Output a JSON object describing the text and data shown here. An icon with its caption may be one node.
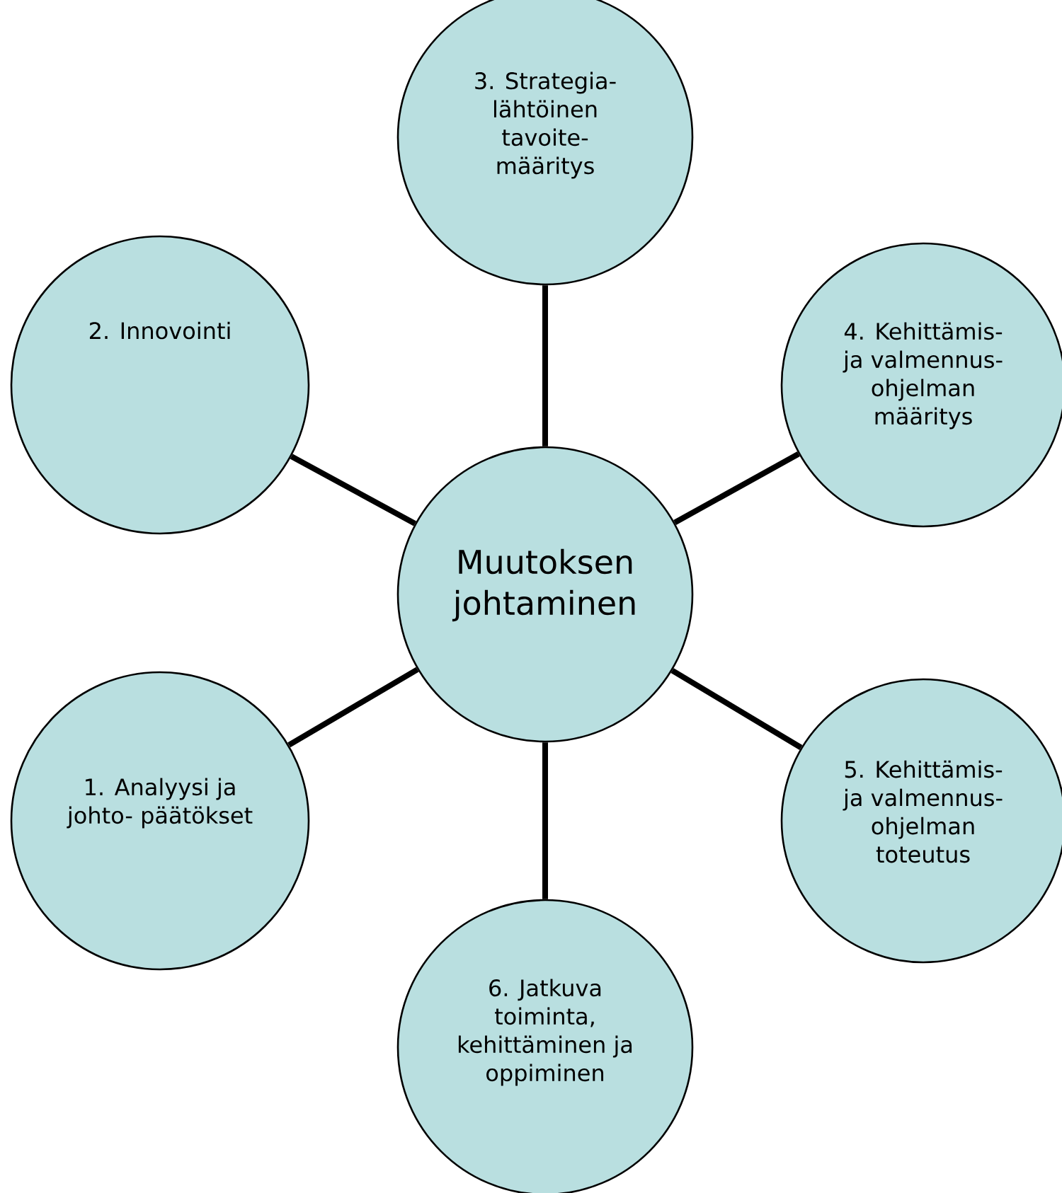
{
  "diagram": {
    "nodes": [
      {
        "text": [
          "3. Strategia- lähtöinen tavoite- määritys"
        ]
      },
      {
        "text": [
          "2. Innovointi"
        ]
      },
      {
        "text": [
          "4. Kehittämis- ja valmennus- ohjelman määritys"
        ]
      },
      {
        "text": [
          "Muutoksen johtaminen"
        ]
      },
      {
        "text": [
          "1. Analyysi ja johto- päätökset"
        ]
      },
      {
        "text": [
          "5. Kehittämis- ja valmennus- ohjelman toteutus"
        ]
      },
      {
        "text": [
          "6. Jatkuva toiminta, kehittäminen ja oppiminen"
        ]
      }
    ],
    "edges": [
      {
        "from": 3,
        "to": 0,
        "arrow": "none"
      },
      {
        "from": 3,
        "to": 1,
        "arrow": "none"
      },
      {
        "from": 3,
        "to": 2,
        "arrow": "none"
      },
      {
        "from": 3,
        "to": 4,
        "arrow": "none"
      },
      {
        "from": 3,
        "to": 5,
        "arrow": "none"
      },
      {
        "from": 3,
        "to": 6,
        "arrow": "none"
      }
    ]
  }
}
